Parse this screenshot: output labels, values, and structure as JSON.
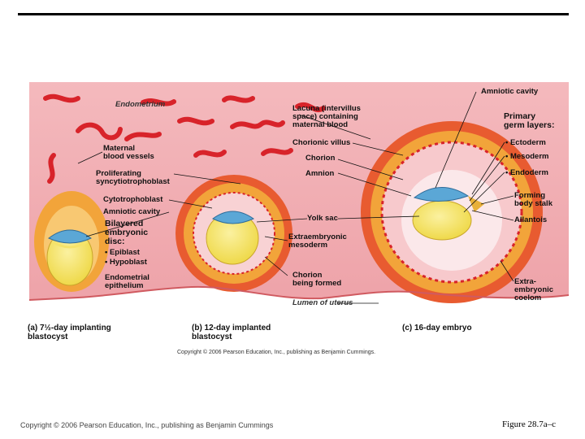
{
  "labels": {
    "endometrium": "Endometrium",
    "amniotic_cavity_top": "Amniotic cavity",
    "lacuna": "Lacuna (intervillus\nspace) containing\nmaternal blood",
    "primary_germ_layers": "Primary\ngerm layers:",
    "ectoderm": "• Ectoderm",
    "mesoderm": "• Mesoderm",
    "endoderm": "• Endoderm",
    "maternal_blood_vessels": "Maternal\nblood vessels",
    "chorionic_villus": "Chorionic villus",
    "chorion": "Chorion",
    "amnion": "Amnion",
    "proliferating_syncytiotrophoblast": "Proliferating\nsyncytiotrophoblast",
    "cytotrophoblast": "Cytotrophoblast",
    "amniotic_cavity": "Amniotic cavity",
    "bilayered_embryonic_disc": "Bilayered\nembryonic\ndisc:",
    "epiblast": "• Epiblast",
    "hypoblast": "• Hypoblast",
    "endometrial_epithelium": "Endometrial\nepithelium",
    "yolk_sac": "Yolk sac",
    "extraembryonic_mesoderm": "Extraembryonic\nmesoderm",
    "chorion_being_formed": "Chorion\nbeing formed",
    "lumen_of_uterus": "Lumen of uterus",
    "forming_body_stalk": "Forming\nbody stalk",
    "allantois": "Allantois",
    "extraembryonic_coelom": "Extra-\nembryonic\ncoelom"
  },
  "captions": {
    "a": "(a) 7½-day implanting\n      blastocyst",
    "b": "(b) 12-day implanted\n      blastocyst",
    "c": "(c) 16-day embryo"
  },
  "inner_copyright": "Copyright © 2006 Pearson Education, Inc., publishing as Benjamin Cummings.",
  "footer_copyright": "Copyright © 2006 Pearson Education, Inc., publishing as Benjamin Cummings",
  "figure_ref": "Figure 28.7a–c",
  "colors": {
    "endometrium": "#f3b3b8",
    "vessels": "#d8232a",
    "trophoblast": "#f2a43a",
    "yolk": "#f5e36a",
    "amnion_blue": "#5ba7d6"
  }
}
